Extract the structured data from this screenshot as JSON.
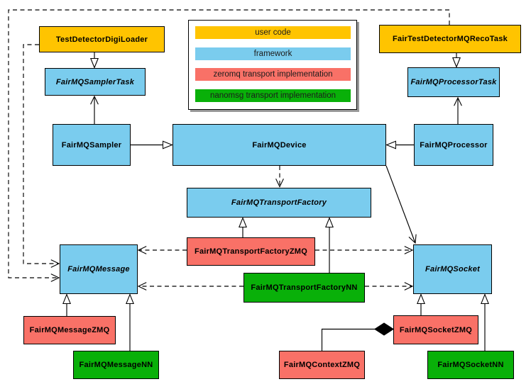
{
  "diagram_type": "uml-class-diagram",
  "nodes": {
    "testDetectorDigiLoader": {
      "label": "TestDetectorDigiLoader",
      "category": "user code",
      "abstract": false
    },
    "fairMQSamplerTask": {
      "label": "FairMQSamplerTask",
      "category": "framework",
      "abstract": true
    },
    "fairMQSampler": {
      "label": "FairMQSampler",
      "category": "framework",
      "abstract": false
    },
    "fairMQDevice": {
      "label": "FairMQDevice",
      "category": "framework",
      "abstract": false
    },
    "fairTestDetectorMQRecoTask": {
      "label": "FairTestDetectorMQRecoTask",
      "category": "user code",
      "abstract": false
    },
    "fairMQProcessorTask": {
      "label": "FairMQProcessorTask",
      "category": "framework",
      "abstract": true
    },
    "fairMQProcessor": {
      "label": "FairMQProcessor",
      "category": "framework",
      "abstract": false
    },
    "fairMQTransportFactory": {
      "label": "FairMQTransportFactory",
      "category": "framework",
      "abstract": true
    },
    "fairMQTransportFactoryZMQ": {
      "label": "FairMQTransportFactoryZMQ",
      "category": "zeromq transport implementation",
      "abstract": false
    },
    "fairMQTransportFactoryNN": {
      "label": "FairMQTransportFactoryNN",
      "category": "nanomsg transport implementation",
      "abstract": false
    },
    "fairMQMessage": {
      "label": "FairMQMessage",
      "category": "framework",
      "abstract": true
    },
    "fairMQSocket": {
      "label": "FairMQSocket",
      "category": "framework",
      "abstract": true
    },
    "fairMQMessageZMQ": {
      "label": "FairMQMessageZMQ",
      "category": "zeromq transport implementation",
      "abstract": false
    },
    "fairMQMessageNN": {
      "label": "FairMQMessageNN",
      "category": "nanomsg transport implementation",
      "abstract": false
    },
    "fairMQSocketZMQ": {
      "label": "FairMQSocketZMQ",
      "category": "zeromq transport implementation",
      "abstract": false
    },
    "fairMQContextZMQ": {
      "label": "FairMQContextZMQ",
      "category": "zeromq transport implementation",
      "abstract": false
    },
    "fairMQSocketNN": {
      "label": "FairMQSocketNN",
      "category": "nanomsg transport implementation",
      "abstract": false
    }
  },
  "legend": {
    "items": [
      {
        "label": "user code",
        "color": "#FFC400"
      },
      {
        "label": "framework",
        "color": "#7ACCEE"
      },
      {
        "label": "zeromq transport implementation",
        "color": "#F97167"
      },
      {
        "label": "nanomsg transport implementation",
        "color": "#09B009"
      }
    ]
  },
  "relationships": [
    {
      "from": "TestDetectorDigiLoader",
      "to": "FairMQSamplerTask",
      "kind": "inheritance"
    },
    {
      "from": "FairMQSampler",
      "to": "FairMQSamplerTask",
      "kind": "association"
    },
    {
      "from": "FairMQSampler",
      "to": "FairMQDevice",
      "kind": "inheritance"
    },
    {
      "from": "FairMQProcessor",
      "to": "FairMQDevice",
      "kind": "inheritance"
    },
    {
      "from": "FairMQProcessor",
      "to": "FairMQProcessorTask",
      "kind": "association"
    },
    {
      "from": "FairTestDetectorMQRecoTask",
      "to": "FairMQProcessorTask",
      "kind": "inheritance"
    },
    {
      "from": "FairMQDevice",
      "to": "FairMQTransportFactory",
      "kind": "dependency"
    },
    {
      "from": "FairMQDevice",
      "to": "FairMQSocket",
      "kind": "association"
    },
    {
      "from": "FairMQTransportFactoryZMQ",
      "to": "FairMQTransportFactory",
      "kind": "inheritance"
    },
    {
      "from": "FairMQTransportFactoryNN",
      "to": "FairMQTransportFactory",
      "kind": "inheritance"
    },
    {
      "from": "FairMQTransportFactoryZMQ",
      "to": "FairMQMessage",
      "kind": "dependency"
    },
    {
      "from": "FairMQTransportFactoryZMQ",
      "to": "FairMQSocket",
      "kind": "dependency"
    },
    {
      "from": "FairMQTransportFactoryNN",
      "to": "FairMQMessage",
      "kind": "dependency"
    },
    {
      "from": "FairMQTransportFactoryNN",
      "to": "FairMQSocket",
      "kind": "dependency"
    },
    {
      "from": "TestDetectorDigiLoader",
      "to": "FairMQMessage",
      "kind": "dependency"
    },
    {
      "from": "FairTestDetectorMQRecoTask",
      "to": "FairMQMessage",
      "kind": "dependency"
    },
    {
      "from": "FairMQMessageZMQ",
      "to": "FairMQMessage",
      "kind": "inheritance"
    },
    {
      "from": "FairMQMessageNN",
      "to": "FairMQMessage",
      "kind": "inheritance"
    },
    {
      "from": "FairMQSocketZMQ",
      "to": "FairMQSocket",
      "kind": "inheritance"
    },
    {
      "from": "FairMQSocketNN",
      "to": "FairMQSocket",
      "kind": "inheritance"
    },
    {
      "from": "FairMQContextZMQ",
      "to": "FairMQSocketZMQ",
      "kind": "aggregation"
    }
  ]
}
